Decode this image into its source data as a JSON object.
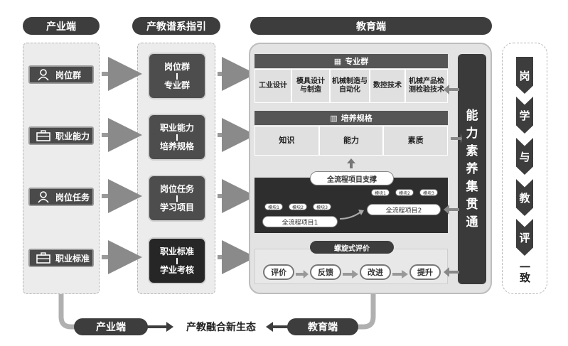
{
  "headers": {
    "industry": "产业端",
    "mapping": "产教谱系指引",
    "education": "教育端"
  },
  "industry_items": [
    {
      "label": "岗位群",
      "icon": "person-icon"
    },
    {
      "label": "职业能力",
      "icon": "briefcase-icon"
    },
    {
      "label": "岗位任务",
      "icon": "person-icon"
    },
    {
      "label": "职业标准",
      "icon": "briefcase-icon"
    }
  ],
  "mapping_items": [
    {
      "top": "岗位群",
      "bottom": "专业群",
      "dark": false
    },
    {
      "top": "职业能力",
      "bottom": "培养规格",
      "dark": false
    },
    {
      "top": "岗位任务",
      "bottom": "学习项目",
      "dark": false
    },
    {
      "top": "职业标准",
      "bottom": "学业考核",
      "dark": true
    }
  ],
  "professional_group": {
    "title": "专业群",
    "majors": [
      "工业设计",
      "模具设计与制造",
      "机械制造与自动化",
      "数控技术",
      "机械产品检测检验技术"
    ]
  },
  "training_spec": {
    "title": "培养规格",
    "items": [
      "知识",
      "能力",
      "素质"
    ]
  },
  "project_support": {
    "title": "全流程项目支撑",
    "project1": "全流程项目1",
    "project2": "全流程项目2",
    "tags1": [
      "模块1",
      "模块2",
      "模块3"
    ],
    "tags2": [
      "模块1",
      "模块2",
      "模块3"
    ]
  },
  "evaluation": {
    "title": "螺旋式评价",
    "steps": [
      "评价",
      "反馈",
      "改进",
      "提升"
    ]
  },
  "vertical_label": [
    "能",
    "力",
    "素",
    "养",
    "集",
    "贯",
    "通"
  ],
  "chevrons": [
    "岗",
    "学",
    "与",
    "教",
    "评",
    "一致"
  ],
  "bottom": {
    "left": "产业端",
    "middle": "产教融合新生态",
    "right": "教育端"
  }
}
